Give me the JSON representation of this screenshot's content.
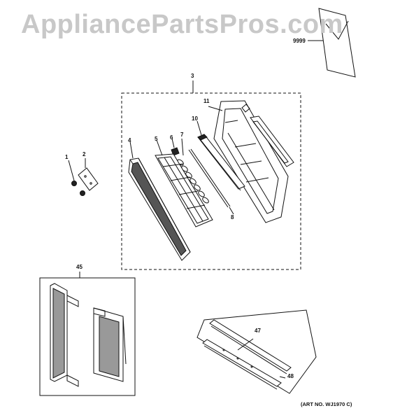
{
  "watermark": "AppliancePartsPros.com",
  "art_number": "(ART NO. WJ1970 C)",
  "callouts": {
    "p1": "1",
    "p2": "2",
    "p3": "3",
    "p4": "4",
    "p5": "5",
    "p6": "6",
    "p7": "7",
    "p8": "8",
    "p10": "10",
    "p11": "11",
    "p45": "45",
    "p47": "47",
    "p48": "48",
    "p9999": "9999"
  },
  "colors": {
    "line": "#111111",
    "watermark": "#c8c8c8",
    "background": "#ffffff"
  }
}
